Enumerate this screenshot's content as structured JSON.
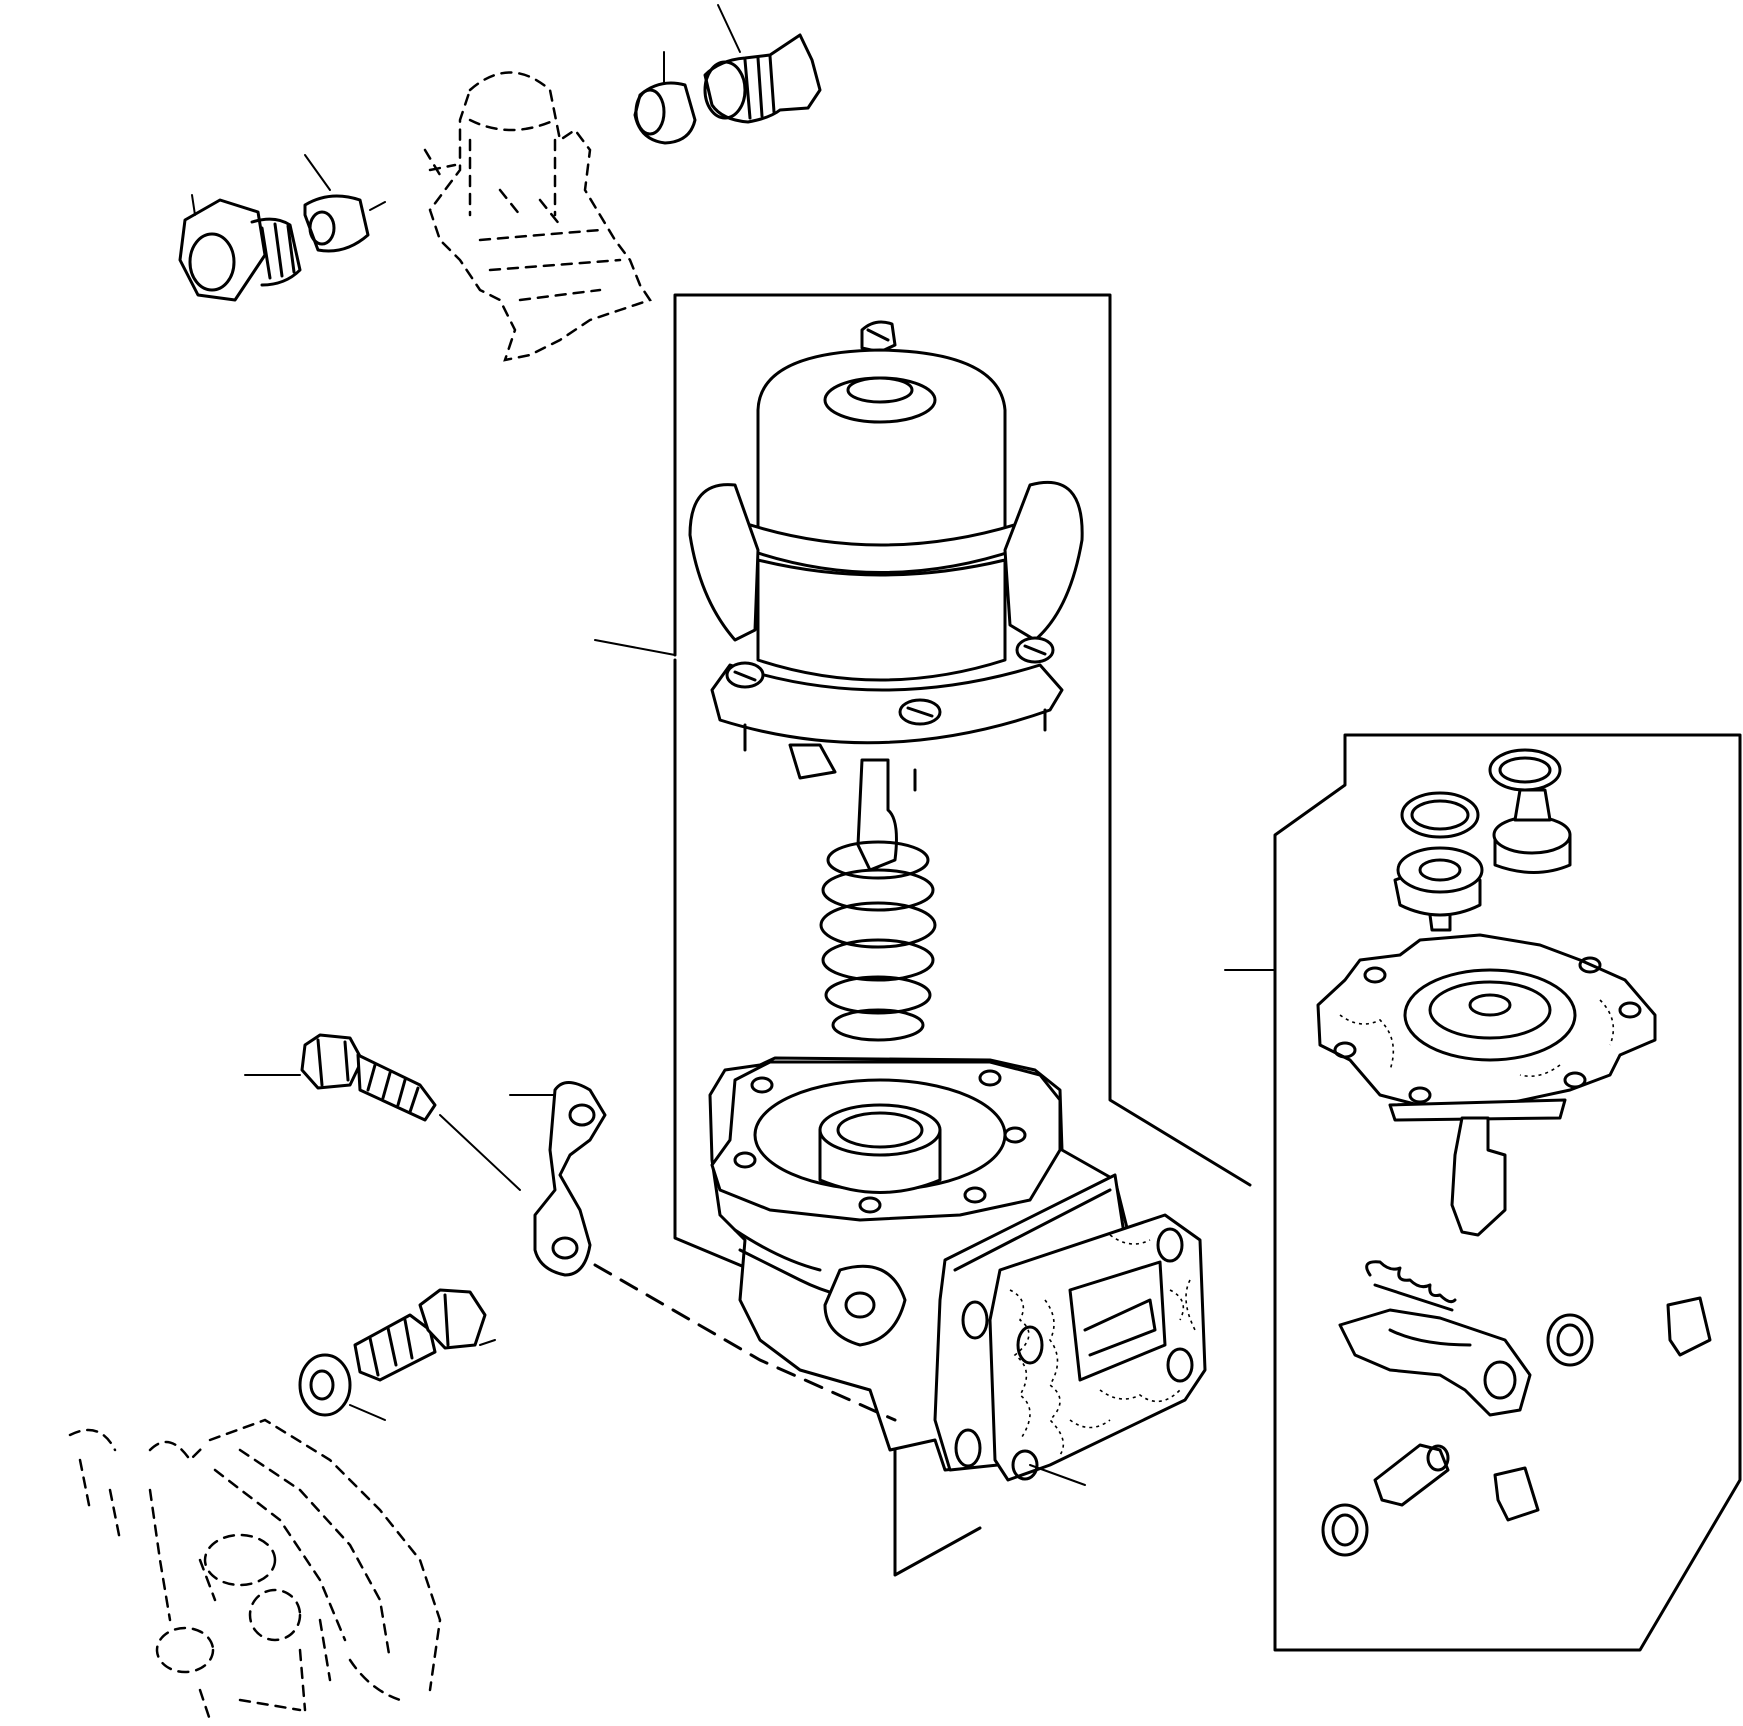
{
  "diagram": {
    "kind": "exploded-parts-view",
    "line_color": "#000000",
    "background": "#ffffff",
    "callouts": [],
    "assemblies": [
      {
        "name": "pump-reference-silhouette",
        "style": "dashed"
      },
      {
        "name": "cover-assembly",
        "style": "solid"
      },
      {
        "name": "pump-body-assembly",
        "style": "solid"
      },
      {
        "name": "repair-kit-group",
        "style": "solid"
      },
      {
        "name": "mounting-flange-reference",
        "style": "dashed"
      }
    ]
  }
}
